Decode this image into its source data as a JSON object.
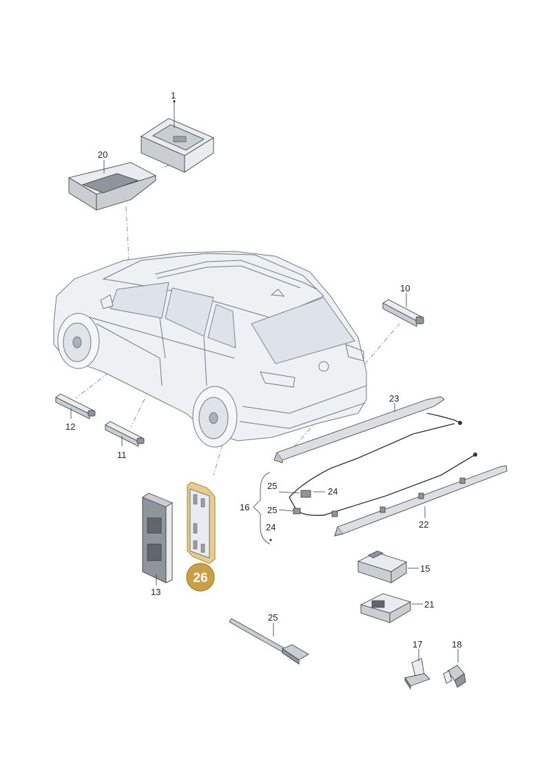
{
  "callouts": {
    "c1": "1",
    "c20": "20",
    "c10": "10",
    "c12": "12",
    "c11": "11",
    "c23": "23",
    "c25a": "25",
    "c24a": "24",
    "c16": "16",
    "c25b": "25",
    "c24b": "24",
    "c22": "22",
    "c13": "13",
    "c26": "26",
    "c15": "15",
    "c21": "21",
    "c25c": "25",
    "c17": "17",
    "c18": "18"
  },
  "colors": {
    "highlight_fill": "#e6c98b",
    "highlight_badge": "#c9a046",
    "line": "#333333"
  }
}
